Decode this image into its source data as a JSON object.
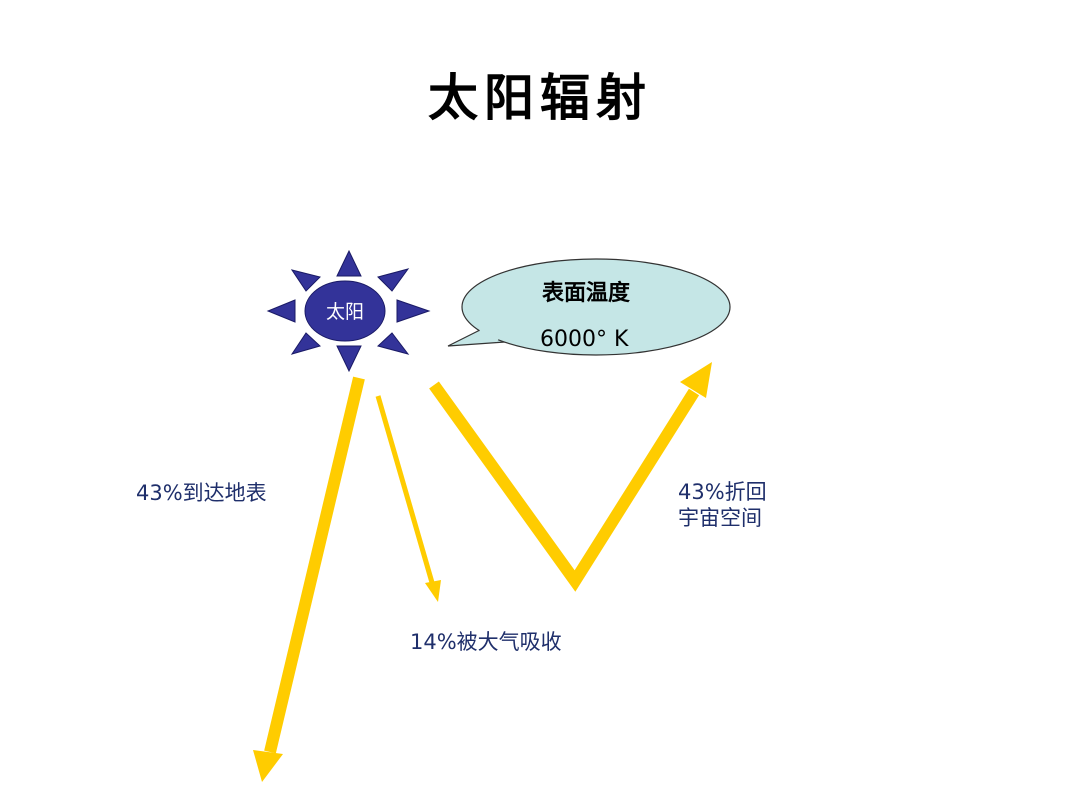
{
  "title": "太阳辐射",
  "sun": {
    "label": "太阳",
    "icon": "sun-icon",
    "fill": "#333399"
  },
  "bubble": {
    "line1": "表面温度",
    "line2": "6000° K",
    "fill": "#c5e6e6"
  },
  "labels": {
    "surface": "43%到达地表",
    "absorbed": "14%被大气吸收",
    "space_line1": "43%折回",
    "space_line2": "宇宙空间"
  },
  "colors": {
    "arrow": "#ffcc00",
    "label_text": "#1f2f6b"
  }
}
